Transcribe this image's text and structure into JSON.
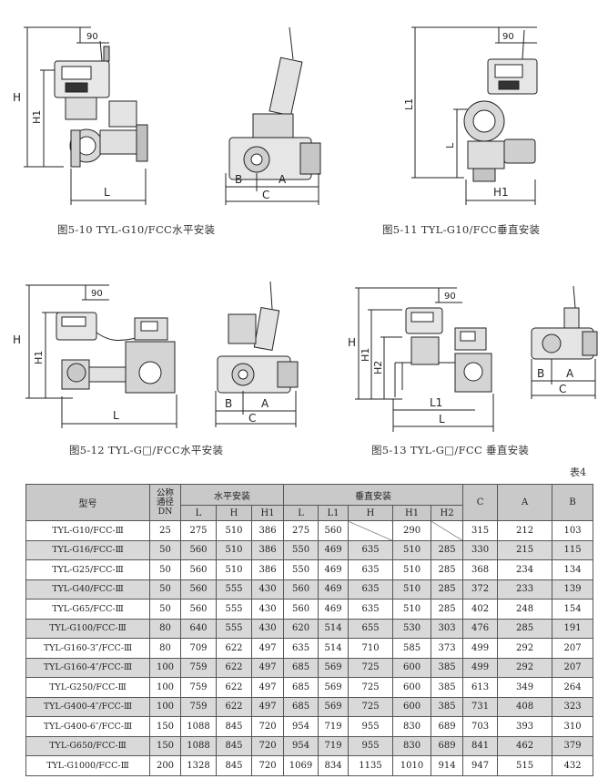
{
  "figures": {
    "fig_10": {
      "caption": "图5-10  TYL-G10/FCC水平安装",
      "dims": {
        "h": "H",
        "h1": "H1",
        "l": "L",
        "ninety": "90"
      }
    },
    "fig_10b": {
      "dims": {
        "b": "B",
        "a": "A",
        "c": "C"
      }
    },
    "fig_11": {
      "caption": "图5-11  TYL-G10/FCC垂直安装",
      "dims": {
        "l1": "L1",
        "l": "L",
        "h1": "H1",
        "ninety": "90"
      }
    },
    "fig_12": {
      "caption": "图5-12  TYL-G□/FCC水平安装",
      "dims": {
        "h": "H",
        "h1": "H1",
        "l": "L",
        "ninety": "90"
      }
    },
    "fig_12b": {
      "dims": {
        "b": "B",
        "a": "A",
        "c": "C"
      }
    },
    "fig_13": {
      "caption": "图5-13  TYL-G□/FCC 垂直安装",
      "dims": {
        "h": "H",
        "h1": "H1",
        "h2": "H2",
        "l1": "L1",
        "l": "L",
        "ninety": "90"
      }
    },
    "fig_13b": {
      "dims": {
        "b": "B",
        "a": "A",
        "c": "C"
      }
    }
  },
  "table_label": "表4",
  "table": {
    "header": {
      "model": "型号",
      "dn_line1": "公称",
      "dn_line2": "通径",
      "dn_line3": "DN",
      "horizontal": "水平安装",
      "vertical": "垂直安装",
      "h_L": "L",
      "h_H": "H",
      "h_H1": "H1",
      "v_L": "L",
      "v_L1": "L1",
      "v_H": "H",
      "v_H1": "H1",
      "v_H2": "H2",
      "c": "C",
      "a": "A",
      "b": "B"
    },
    "rows": [
      {
        "model": "TYL-G10/FCC-Ⅲ",
        "dn": "25",
        "hL": "275",
        "hH": "510",
        "hH1": "386",
        "vL": "275",
        "vL1": "560",
        "vH": "",
        "vH1": "290",
        "vH2": "",
        "c": "315",
        "a": "212",
        "b": "103"
      },
      {
        "model": "TYL-G16/FCC-Ⅲ",
        "dn": "50",
        "hL": "560",
        "hH": "510",
        "hH1": "386",
        "vL": "550",
        "vL1": "469",
        "vH": "635",
        "vH1": "510",
        "vH2": "285",
        "c": "330",
        "a": "215",
        "b": "115"
      },
      {
        "model": "TYL-G25/FCC-Ⅲ",
        "dn": "50",
        "hL": "560",
        "hH": "510",
        "hH1": "386",
        "vL": "550",
        "vL1": "469",
        "vH": "635",
        "vH1": "510",
        "vH2": "285",
        "c": "368",
        "a": "234",
        "b": "134"
      },
      {
        "model": "TYL-G40/FCC-Ⅲ",
        "dn": "50",
        "hL": "560",
        "hH": "555",
        "hH1": "430",
        "vL": "560",
        "vL1": "469",
        "vH": "635",
        "vH1": "510",
        "vH2": "285",
        "c": "372",
        "a": "233",
        "b": "139"
      },
      {
        "model": "TYL-G65/FCC-Ⅲ",
        "dn": "50",
        "hL": "560",
        "hH": "555",
        "hH1": "430",
        "vL": "560",
        "vL1": "469",
        "vH": "635",
        "vH1": "510",
        "vH2": "285",
        "c": "402",
        "a": "248",
        "b": "154"
      },
      {
        "model": "TYL-G100/FCC-Ⅲ",
        "dn": "80",
        "hL": "640",
        "hH": "555",
        "hH1": "430",
        "vL": "620",
        "vL1": "514",
        "vH": "655",
        "vH1": "530",
        "vH2": "303",
        "c": "476",
        "a": "285",
        "b": "191"
      },
      {
        "model": "TYL-G160-3″/FCC-Ⅲ",
        "dn": "80",
        "hL": "709",
        "hH": "622",
        "hH1": "497",
        "vL": "635",
        "vL1": "514",
        "vH": "710",
        "vH1": "585",
        "vH2": "373",
        "c": "499",
        "a": "292",
        "b": "207"
      },
      {
        "model": "TYL-G160-4″/FCC-Ⅲ",
        "dn": "100",
        "hL": "759",
        "hH": "622",
        "hH1": "497",
        "vL": "685",
        "vL1": "569",
        "vH": "725",
        "vH1": "600",
        "vH2": "385",
        "c": "499",
        "a": "292",
        "b": "207"
      },
      {
        "model": "TYL-G250/FCC-Ⅲ",
        "dn": "100",
        "hL": "759",
        "hH": "622",
        "hH1": "497",
        "vL": "685",
        "vL1": "569",
        "vH": "725",
        "vH1": "600",
        "vH2": "385",
        "c": "613",
        "a": "349",
        "b": "264"
      },
      {
        "model": "TYL-G400-4″/FCC-Ⅲ",
        "dn": "100",
        "hL": "759",
        "hH": "622",
        "hH1": "497",
        "vL": "685",
        "vL1": "569",
        "vH": "725",
        "vH1": "600",
        "vH2": "385",
        "c": "731",
        "a": "408",
        "b": "323"
      },
      {
        "model": "TYL-G400-6″/FCC-Ⅲ",
        "dn": "150",
        "hL": "1088",
        "hH": "845",
        "hH1": "720",
        "vL": "954",
        "vL1": "719",
        "vH": "955",
        "vH1": "830",
        "vH2": "689",
        "c": "703",
        "a": "393",
        "b": "310"
      },
      {
        "model": "TYL-G650/FCC-Ⅲ",
        "dn": "150",
        "hL": "1088",
        "hH": "845",
        "hH1": "720",
        "vL": "954",
        "vL1": "719",
        "vH": "955",
        "vH1": "830",
        "vH2": "689",
        "c": "841",
        "a": "462",
        "b": "379"
      },
      {
        "model": "TYL-G1000/FCC-Ⅲ",
        "dn": "200",
        "hL": "1328",
        "hH": "845",
        "hH1": "720",
        "vL": "1069",
        "vL1": "834",
        "vH": "1135",
        "vH1": "1010",
        "vH2": "914",
        "c": "947",
        "a": "515",
        "b": "432"
      }
    ]
  }
}
